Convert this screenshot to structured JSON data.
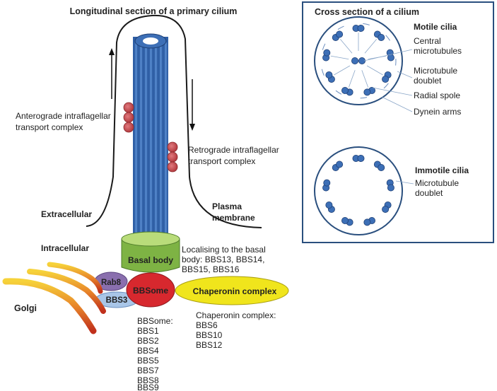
{
  "left_title": "Longitudinal section of a primary cilium",
  "right_title": "Cross section of a cilium",
  "labels": {
    "anterograde_1": "Anterograde intraflagellar",
    "anterograde_2": "transport complex",
    "retrograde_1": "Retrograde intraflagellar",
    "retrograde_2": "transport complex",
    "extracellular": "Extracellular",
    "intracellular": "Intracellular",
    "plasma_1": "Plasma",
    "plasma_2": "membrane",
    "basal_body": "Basal body",
    "rab8": "Rab8",
    "bbsome": "BBSome",
    "bbs3": "BBS3",
    "golgi": "Golgi",
    "chaperonin": "Chaperonin complex"
  },
  "basal_note": [
    "Localising to the basal",
    "body: BBS13, BBS14,",
    "BBS15, BBS16"
  ],
  "bbsome_list": [
    "BBSome:",
    "BBS1",
    "BBS2",
    "BBS4",
    "BBS5",
    "BBS7",
    "BBS8",
    "BBS9"
  ],
  "chaperonin_list": [
    "Chaperonin complex:",
    "BBS6",
    "BBS10",
    "BBS12"
  ],
  "motile": {
    "title": "Motile cilia",
    "labels": [
      "Central",
      "microtubules",
      "Microtubule",
      "doublet",
      "Radial spole",
      "Dynein arms"
    ]
  },
  "immotile": {
    "title": "Immotile cilia",
    "labels": [
      "Microtubule",
      "doublet"
    ]
  },
  "colors": {
    "microtubule_blue": "#3d6fb6",
    "ift_red": "#c8454a",
    "basal_green": "#8cc04a",
    "bbsome_red": "#d7282e",
    "rab8_purple": "#8f74b0",
    "bbs3_blue": "#a9c6e8",
    "chaperonin_yellow": "#f1e61c",
    "golgi_orange": "#e8a020",
    "frame_blue": "#2a4f7e"
  }
}
